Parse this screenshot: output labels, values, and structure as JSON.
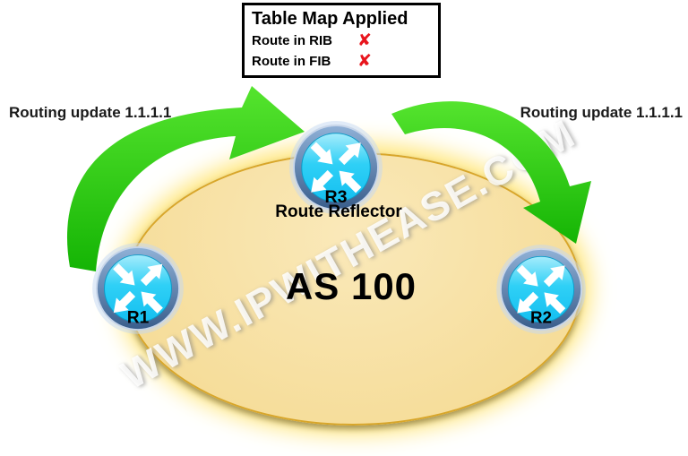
{
  "legend": {
    "title": "Table Map Applied",
    "rows": [
      {
        "label": "Route in RIB",
        "mark": "✘"
      },
      {
        "label": "Route in FIB",
        "mark": "✘"
      }
    ],
    "mark_color": "#e8151d"
  },
  "annotations": {
    "left_update": "Routing update 1.1.1.1",
    "right_update": "Routing update 1.1.1.1"
  },
  "topology": {
    "as_label": "AS 100",
    "route_reflector_label": "Route Reflector",
    "routers": {
      "r1": {
        "label": "R1"
      },
      "r2": {
        "label": "R2"
      },
      "r3": {
        "label": "R3"
      }
    }
  },
  "watermark": {
    "text": "WWW.IPWITHEASE.COM"
  },
  "colors": {
    "arrow_green_light": "#55e42e",
    "arrow_green_dark": "#14b404",
    "router_cyan": "#18c0f0",
    "router_ring_blue": "#3a5e8c",
    "as_fill": "#f6df9e",
    "as_border": "#d8a62a",
    "x_red": "#e8151d"
  }
}
